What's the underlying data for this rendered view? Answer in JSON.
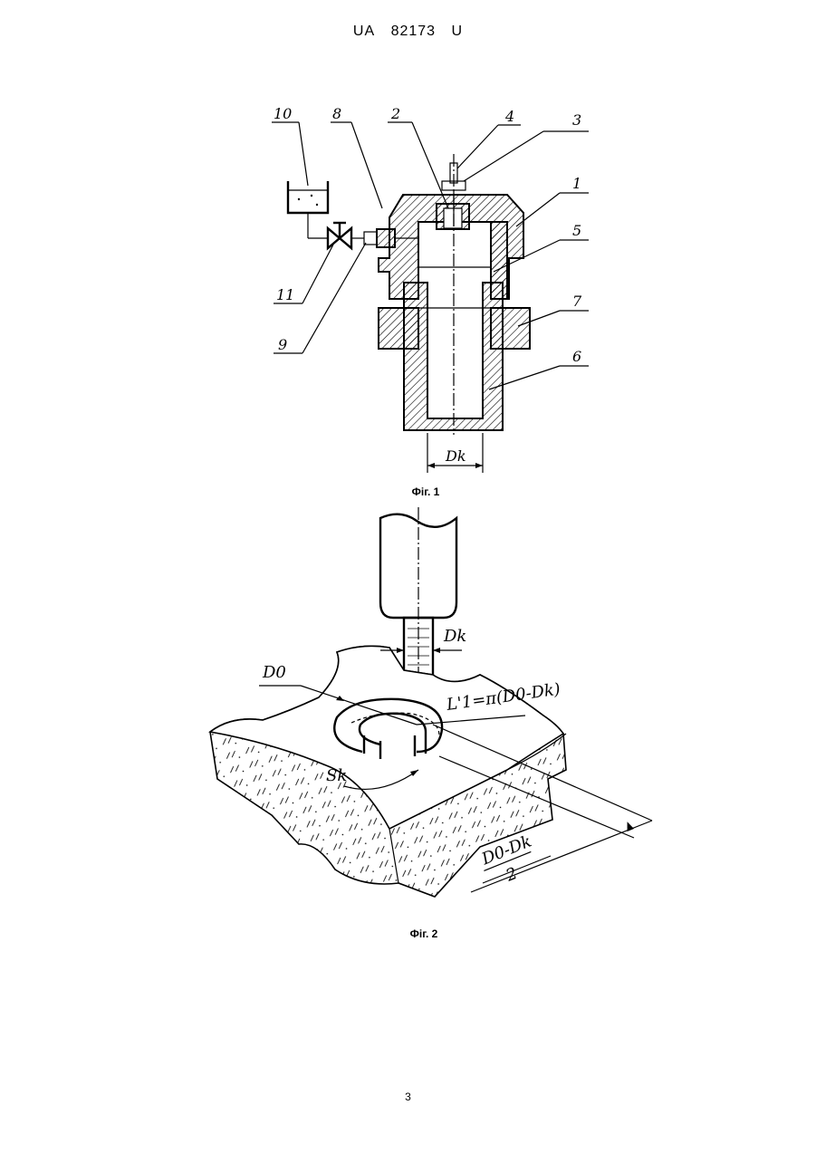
{
  "header": {
    "country": "UA",
    "number": "82173",
    "kind": "U"
  },
  "fig1": {
    "caption": "Фіг. 1",
    "labels": [
      "10",
      "8",
      "2",
      "4",
      "3",
      "1",
      "5",
      "7",
      "6",
      "11",
      "9"
    ],
    "dim_label": "Dk"
  },
  "fig2": {
    "caption": "Фіг. 2",
    "label_d0": "D0",
    "label_dk": "Dk",
    "label_l1": "L'1=π(D0-Dk)",
    "label_sk": "Sk",
    "label_frac_num": "D0-Dk",
    "label_frac_den": "2"
  },
  "page_number": "3"
}
